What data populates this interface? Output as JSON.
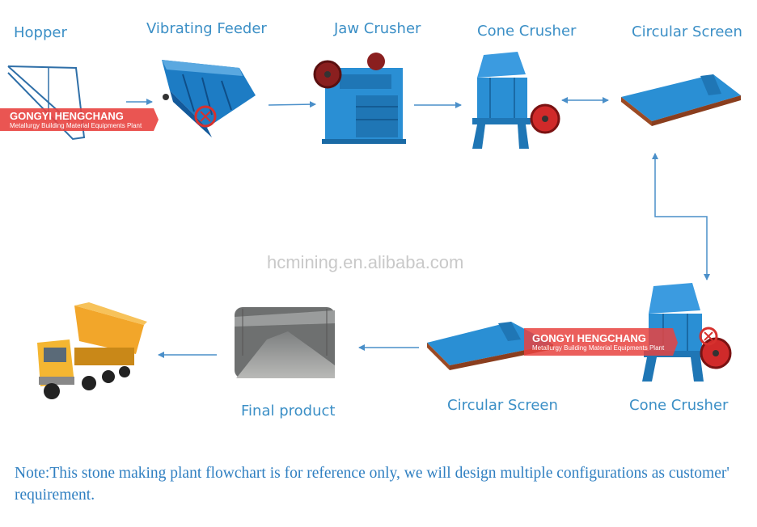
{
  "labels": {
    "hopper": "Hopper",
    "vibrating_feeder": "Vibrating Feeder",
    "jaw_crusher": "Jaw Crusher",
    "cone_crusher_1": "Cone Crusher",
    "circular_screen_1": "Circular Screen",
    "cone_crusher_2": "Cone Crusher",
    "circular_screen_2": "Circular Screen",
    "final_product": "Final product"
  },
  "watermark": "hcmining.en.alibaba.com",
  "banner": {
    "company": "GONGYI HENGCHANG",
    "tagline": "Metallurgy Building Material Equipments Plant"
  },
  "note": "Note:This stone making plant flowchart is for reference only, we will design multiple configurations as customer' requirement.",
  "colors": {
    "label": "#3b8fc6",
    "arrow": "#4a8fc9",
    "machine_blue": "#2a8fd4",
    "banner_red": "#e8433f"
  }
}
